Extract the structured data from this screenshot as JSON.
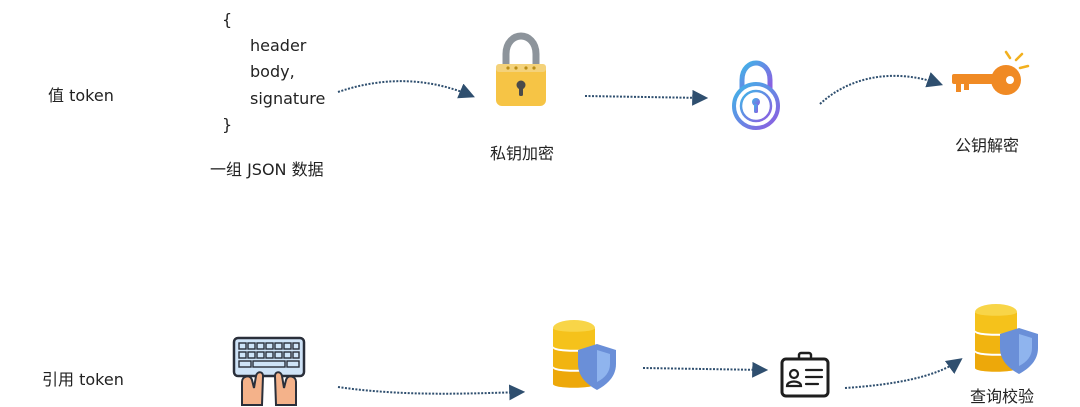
{
  "value_token": {
    "label": "值 token",
    "json_block": {
      "open_brace": "{",
      "fields": [
        "header",
        "body,",
        "signature"
      ],
      "close_brace": "}",
      "caption": "一组 JSON 数据"
    },
    "steps": [
      {
        "icon": "padlock-icon",
        "label": "私钥加密"
      },
      {
        "icon": "secure-lock-icon",
        "label": ""
      },
      {
        "icon": "key-icon",
        "label": "公钥解密"
      }
    ]
  },
  "reference_token": {
    "label": "引用 token",
    "steps": [
      {
        "icon": "keyboard-hands-icon",
        "label": ""
      },
      {
        "icon": "database-shield-icon",
        "label": ""
      },
      {
        "icon": "id-badge-icon",
        "label": ""
      },
      {
        "icon": "database-shield-icon",
        "label": "查询校验"
      }
    ]
  },
  "colors": {
    "arrow": "#2f4f6f",
    "lock_body": "#f6c445",
    "lock_shackle": "#9aa1a8",
    "secure_lock": "#5b7be0",
    "key": "#f08a24",
    "db": "#f5c21b",
    "shield": "#6a8fd8"
  }
}
